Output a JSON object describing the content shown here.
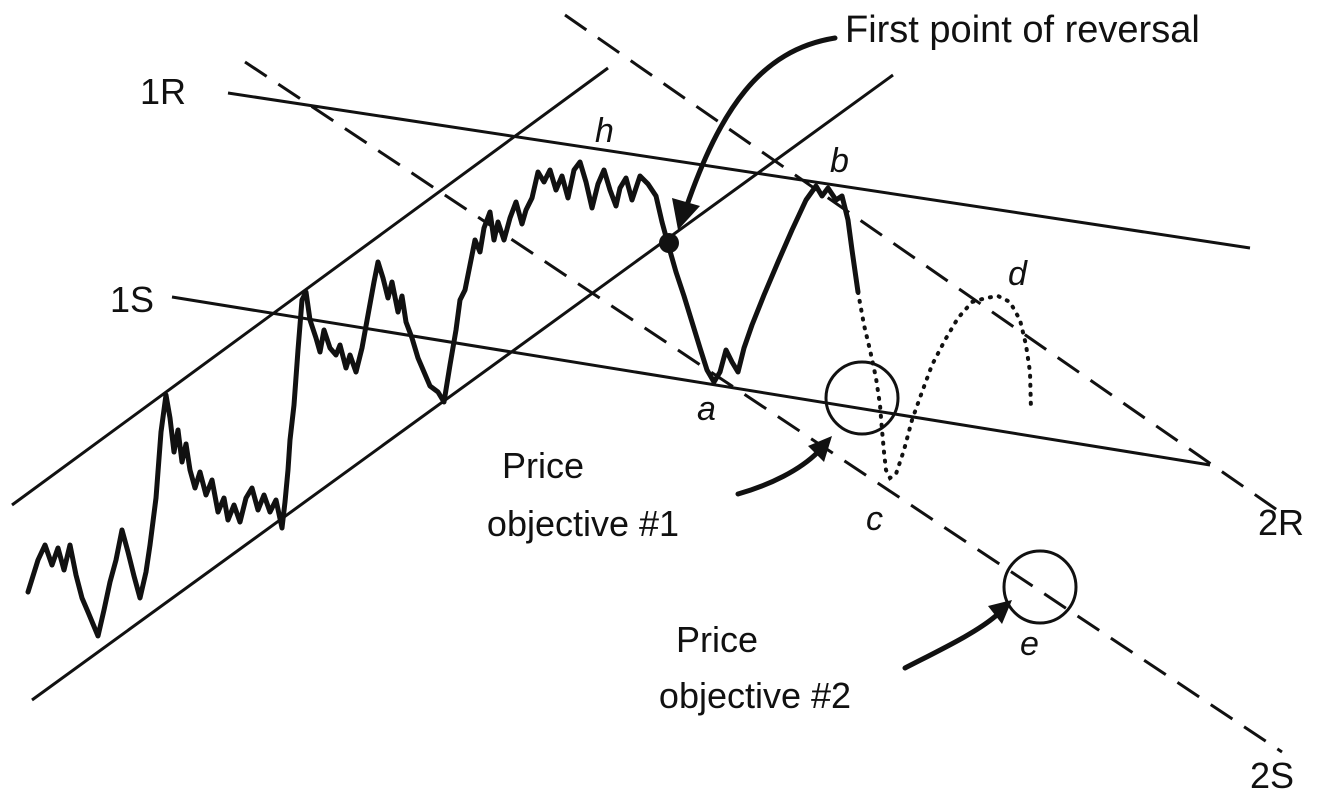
{
  "labels": {
    "first_point_of_reversal": "First point of reversal",
    "line_1R": "1R",
    "line_1S": "1S",
    "line_2R": "2R",
    "line_2S": "2S",
    "point_a": "a",
    "point_b": "b",
    "point_c": "c",
    "point_d": "d",
    "point_e": "e",
    "point_h": "h",
    "price_objective_1": [
      "Price",
      "objective #1"
    ],
    "price_objective_2": [
      "Price",
      "objective #2"
    ]
  }
}
